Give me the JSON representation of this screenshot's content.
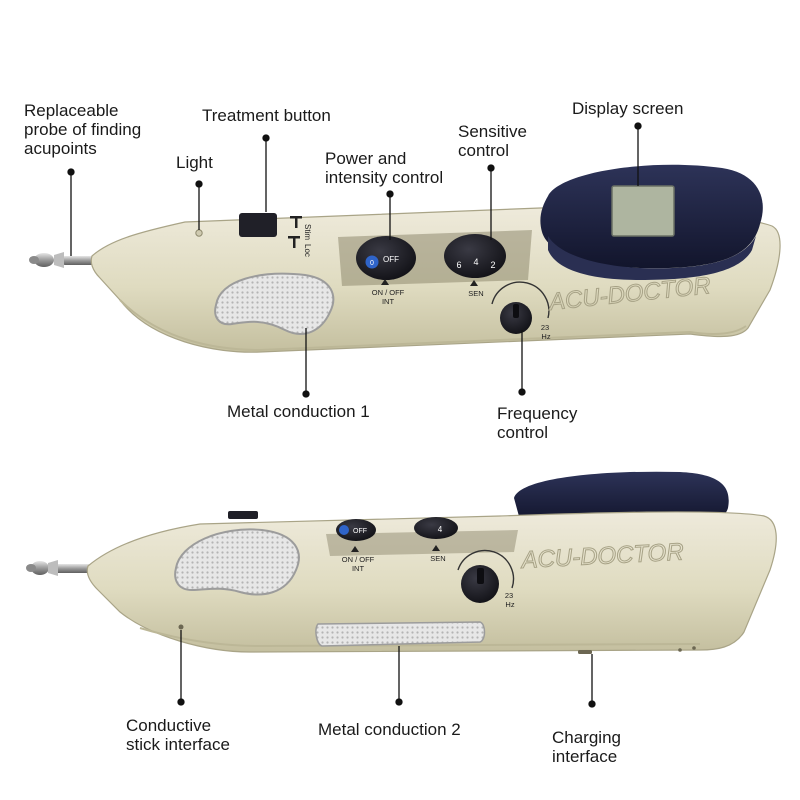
{
  "device": {
    "brand_text": "ACU-DOCTOR",
    "colors": {
      "body": "#e3dfc4",
      "body_shadow": "#b9b497",
      "screen_housing": "#1d2140",
      "lcd": "#aeb5a0",
      "dial": "#1c1c22",
      "pad": "#d8d8d8",
      "probe": "#a9a9a9"
    },
    "button_labels": {
      "stim": "Stim",
      "loc": "Loc"
    },
    "dial_markings": {
      "power_dial_text": "OFF",
      "power_dial_button": "0",
      "sen_dial_numbers": [
        "6",
        "4",
        "2"
      ],
      "power_caption_line1": "ON / OFF",
      "power_caption_line2": "INT",
      "sen_caption": "SEN",
      "freq_caption_line1": "23",
      "freq_caption_line2": "Hz"
    }
  },
  "callouts_top": {
    "probe": [
      "Replaceable",
      "probe of finding",
      "acupoints"
    ],
    "light": [
      "Light"
    ],
    "treatment": [
      "Treatment button"
    ],
    "power": [
      "Power and",
      "intensity control"
    ],
    "sensitive": [
      "Sensitive",
      "control"
    ],
    "display": [
      "Display screen"
    ],
    "metal1": [
      "Metal conduction 1"
    ],
    "frequency": [
      "Frequency",
      "control"
    ]
  },
  "callouts_bottom": {
    "conductive": [
      "Conductive",
      "stick interface"
    ],
    "metal2": [
      "Metal conduction 2"
    ],
    "charging": [
      "Charging",
      "interface"
    ]
  }
}
